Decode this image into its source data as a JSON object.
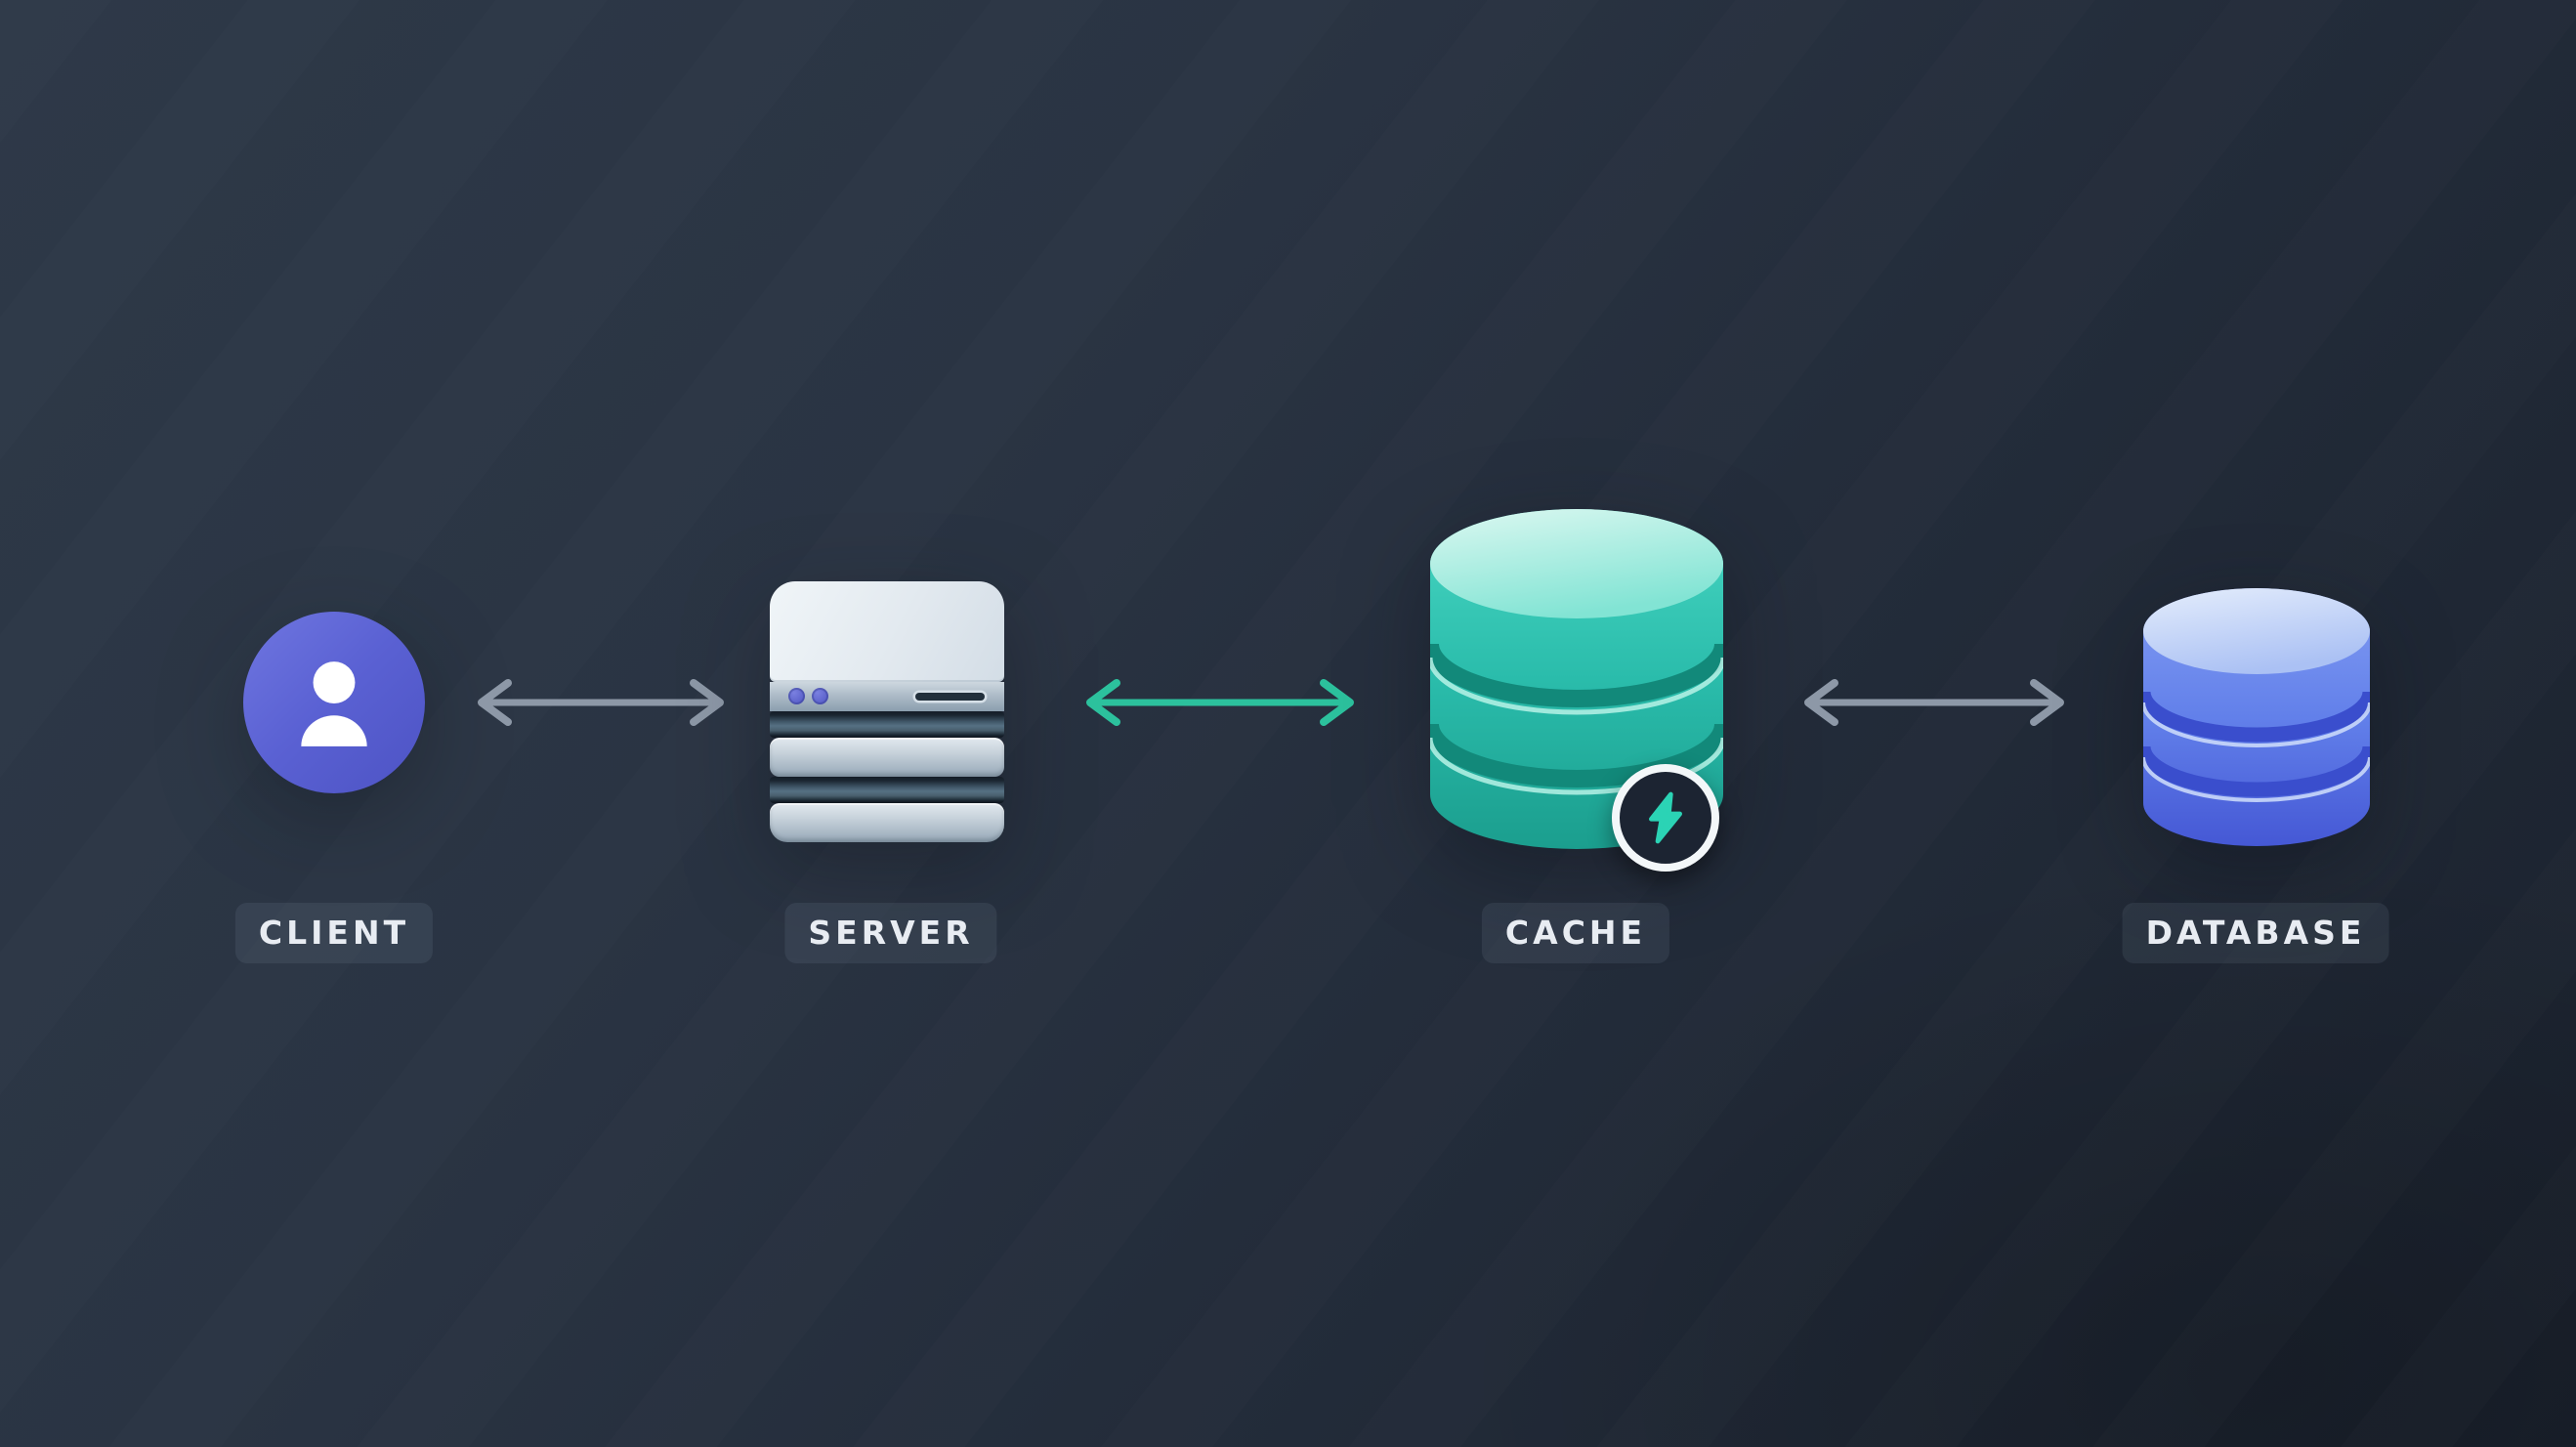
{
  "diagram": {
    "background_from": "#2e3948",
    "background_to": "#1a212d",
    "accent": "#2cc19d",
    "nodes": [
      {
        "id": "client",
        "label": "CLIENT",
        "icon": "user-icon",
        "color": "#5d64d6"
      },
      {
        "id": "server",
        "label": "SERVER",
        "icon": "server-icon",
        "color": "#aebcc8",
        "led_color": "#5a61d0"
      },
      {
        "id": "cache",
        "label": "CACHE",
        "icon": "cache-cylinder-icon",
        "color": "#2abcab",
        "badge": "lightning-icon",
        "badge_color": "#2bd3b5"
      },
      {
        "id": "database",
        "label": "DATABASE",
        "icon": "database-cylinder-icon",
        "color": "#5f7de9"
      }
    ],
    "connections": [
      {
        "from": "client",
        "to": "server",
        "type": "bidirectional-arrow",
        "color": "#8d98a7",
        "emphasized": false
      },
      {
        "from": "server",
        "to": "cache",
        "type": "bidirectional-arrow",
        "color": "#2cc19d",
        "emphasized": true
      },
      {
        "from": "cache",
        "to": "database",
        "type": "bidirectional-arrow",
        "color": "#8d98a7",
        "emphasized": false
      }
    ]
  }
}
